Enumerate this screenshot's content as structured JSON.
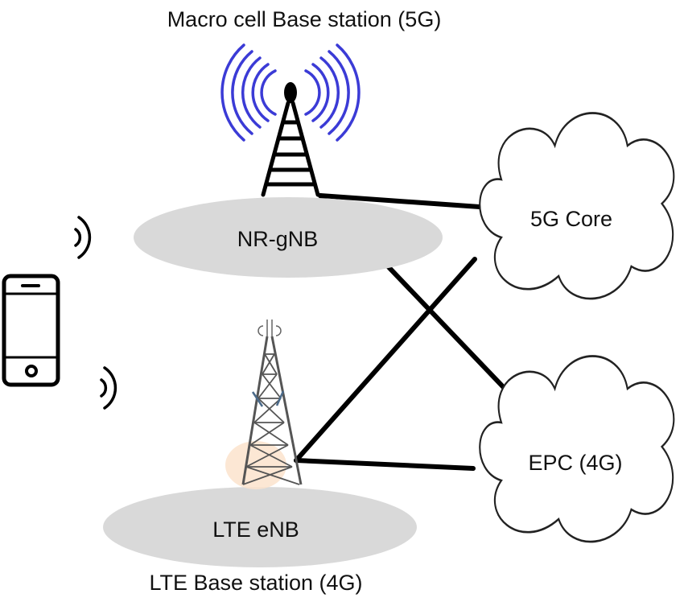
{
  "labels": {
    "macro_title": "Macro cell Base station (5G)",
    "nr_gnb": "NR-gNB",
    "lte_enb": "LTE eNB",
    "lte_title": "LTE Base station (4G)",
    "core_5g": "5G Core",
    "epc": "EPC (4G)"
  },
  "icons": {
    "macro_tower": "radio-tower-icon",
    "lte_tower": "lattice-tower-icon",
    "phone": "smartphone-icon",
    "cloud": "cloud-icon",
    "signal": "wireless-signal-icon"
  },
  "colors": {
    "cell_fill": "#d9d9d9",
    "signal_wave": "#3b3bd6",
    "line": "#000000",
    "lte_glow": "#fbe3cc"
  }
}
